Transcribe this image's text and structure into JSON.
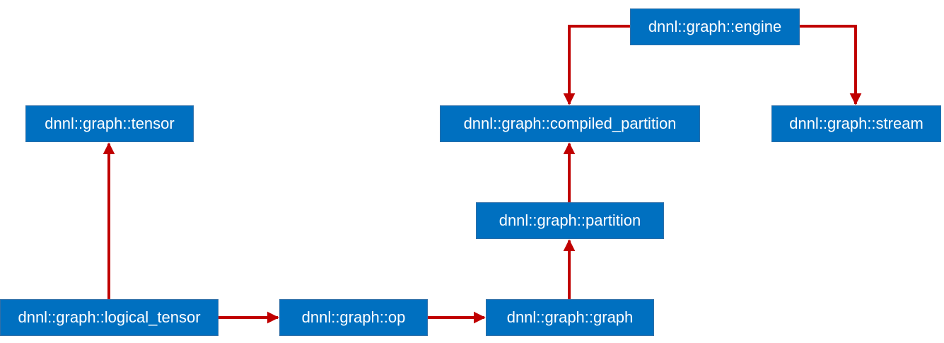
{
  "nodes": {
    "engine": "dnnl::graph::engine",
    "tensor": "dnnl::graph::tensor",
    "compiled_partition": "dnnl::graph::compiled_partition",
    "stream": "dnnl::graph::stream",
    "partition": "dnnl::graph::partition",
    "logical_tensor": "dnnl::graph::logical_tensor",
    "op": "dnnl::graph::op",
    "graph": "dnnl::graph::graph"
  },
  "edges": [
    {
      "from": "engine",
      "to": "compiled_partition"
    },
    {
      "from": "engine",
      "to": "stream"
    },
    {
      "from": "logical_tensor",
      "to": "tensor"
    },
    {
      "from": "logical_tensor",
      "to": "op"
    },
    {
      "from": "op",
      "to": "graph"
    },
    {
      "from": "graph",
      "to": "partition"
    },
    {
      "from": "partition",
      "to": "compiled_partition"
    }
  ],
  "colors": {
    "node_fill": "#0070c0",
    "node_text": "#ffffff",
    "arrow": "#c00000"
  }
}
